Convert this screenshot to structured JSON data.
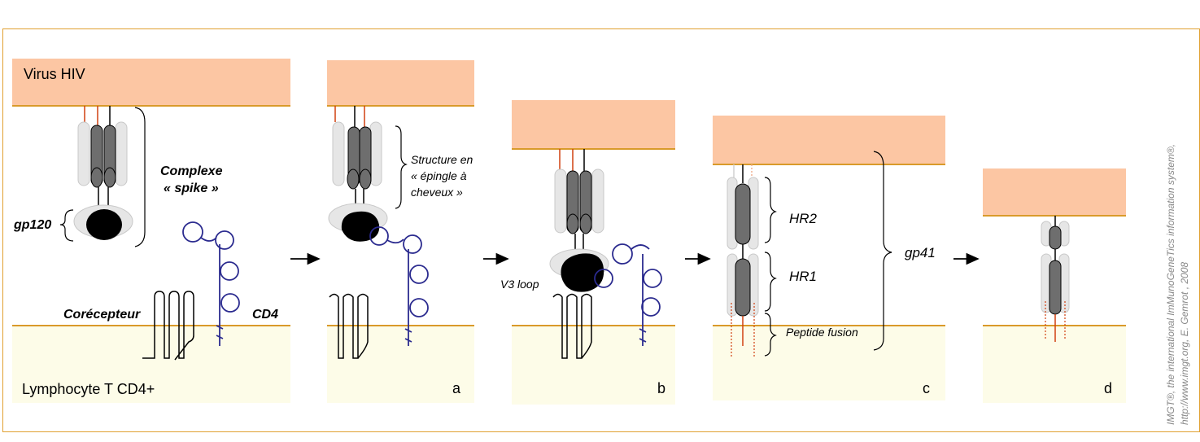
{
  "colors": {
    "virus": "#FCC6A3",
    "virus_edge": "#D99A2A",
    "cell": "#FDFCE8",
    "frame": "#E0A030",
    "cd4": "#2B2B8F",
    "gp41_dark": "#6E6E6E",
    "gp41_light": "#E4E4E4",
    "fusion_peptide": "#D04010"
  },
  "labels": {
    "virus": "Virus HIV",
    "cell": "Lymphocyte T CD4+",
    "complexe_line1": "Complexe",
    "complexe_line2": "« spike »",
    "gp120": "gp120",
    "corecepteur": "Corécepteur",
    "cd4": "CD4",
    "structure_line1": "Structure en",
    "structure_line2": "« épingle à",
    "structure_line3": "cheveux »",
    "v3_loop": "V3 loop",
    "hr2": "HR2",
    "hr1": "HR1",
    "gp41": "gp41",
    "peptide_fusion": "Peptide fusion",
    "panel_a": "a",
    "panel_b": "b",
    "panel_c": "c",
    "panel_d": "d",
    "credit_line1": "IMGT®, the international ImMunoGeneTics information system®,",
    "credit_line2": "http://www.imgt.org, E. Gemrot , 2008"
  },
  "icons": [
    "arrow-right-icon"
  ]
}
